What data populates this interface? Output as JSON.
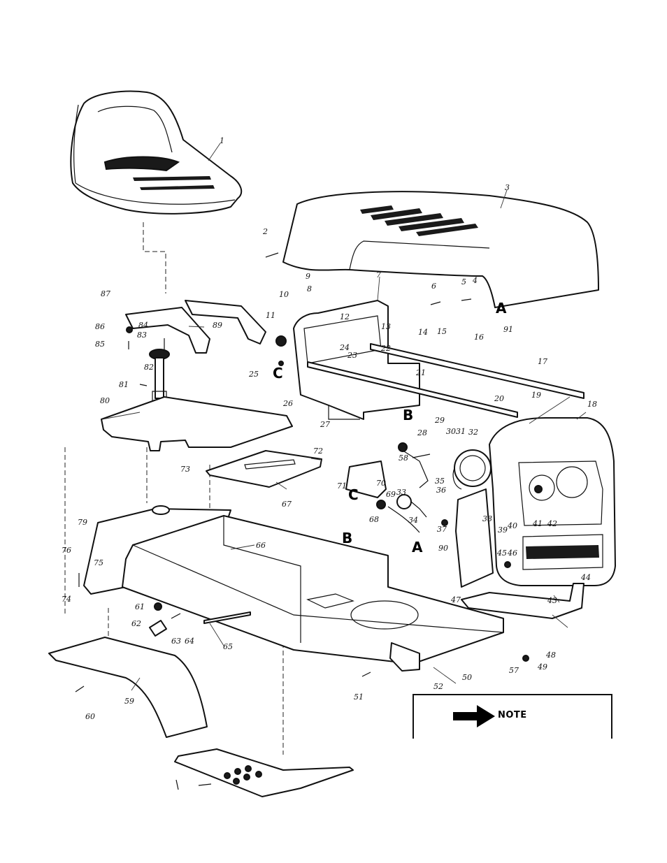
{
  "parts_diagram": {
    "part_numbers": [
      "1",
      "2",
      "3",
      "4",
      "5",
      "6",
      "7",
      "8",
      "9",
      "10",
      "11",
      "12",
      "13",
      "14",
      "15",
      "16",
      "17",
      "18",
      "19",
      "20",
      "21",
      "22",
      "23",
      "24",
      "25",
      "26",
      "27",
      "28",
      "29",
      "30",
      "31",
      "32",
      "33",
      "34",
      "35",
      "36",
      "37",
      "38",
      "39",
      "40",
      "41",
      "42",
      "43",
      "44",
      "45",
      "46",
      "47",
      "48",
      "49",
      "50",
      "51",
      "52",
      "57",
      "58",
      "59",
      "60",
      "61",
      "62",
      "63",
      "64",
      "65",
      "66",
      "67",
      "68",
      "69",
      "70",
      "71",
      "72",
      "73",
      "74",
      "75",
      "76",
      "79",
      "80",
      "81",
      "82",
      "83",
      "84",
      "85",
      "86",
      "87",
      "89",
      "90",
      "91"
    ],
    "callouts": [
      "A",
      "B",
      "C"
    ]
  },
  "note_box": {
    "label": "NOTE",
    "arrow_icon": "right-arrow-icon"
  }
}
